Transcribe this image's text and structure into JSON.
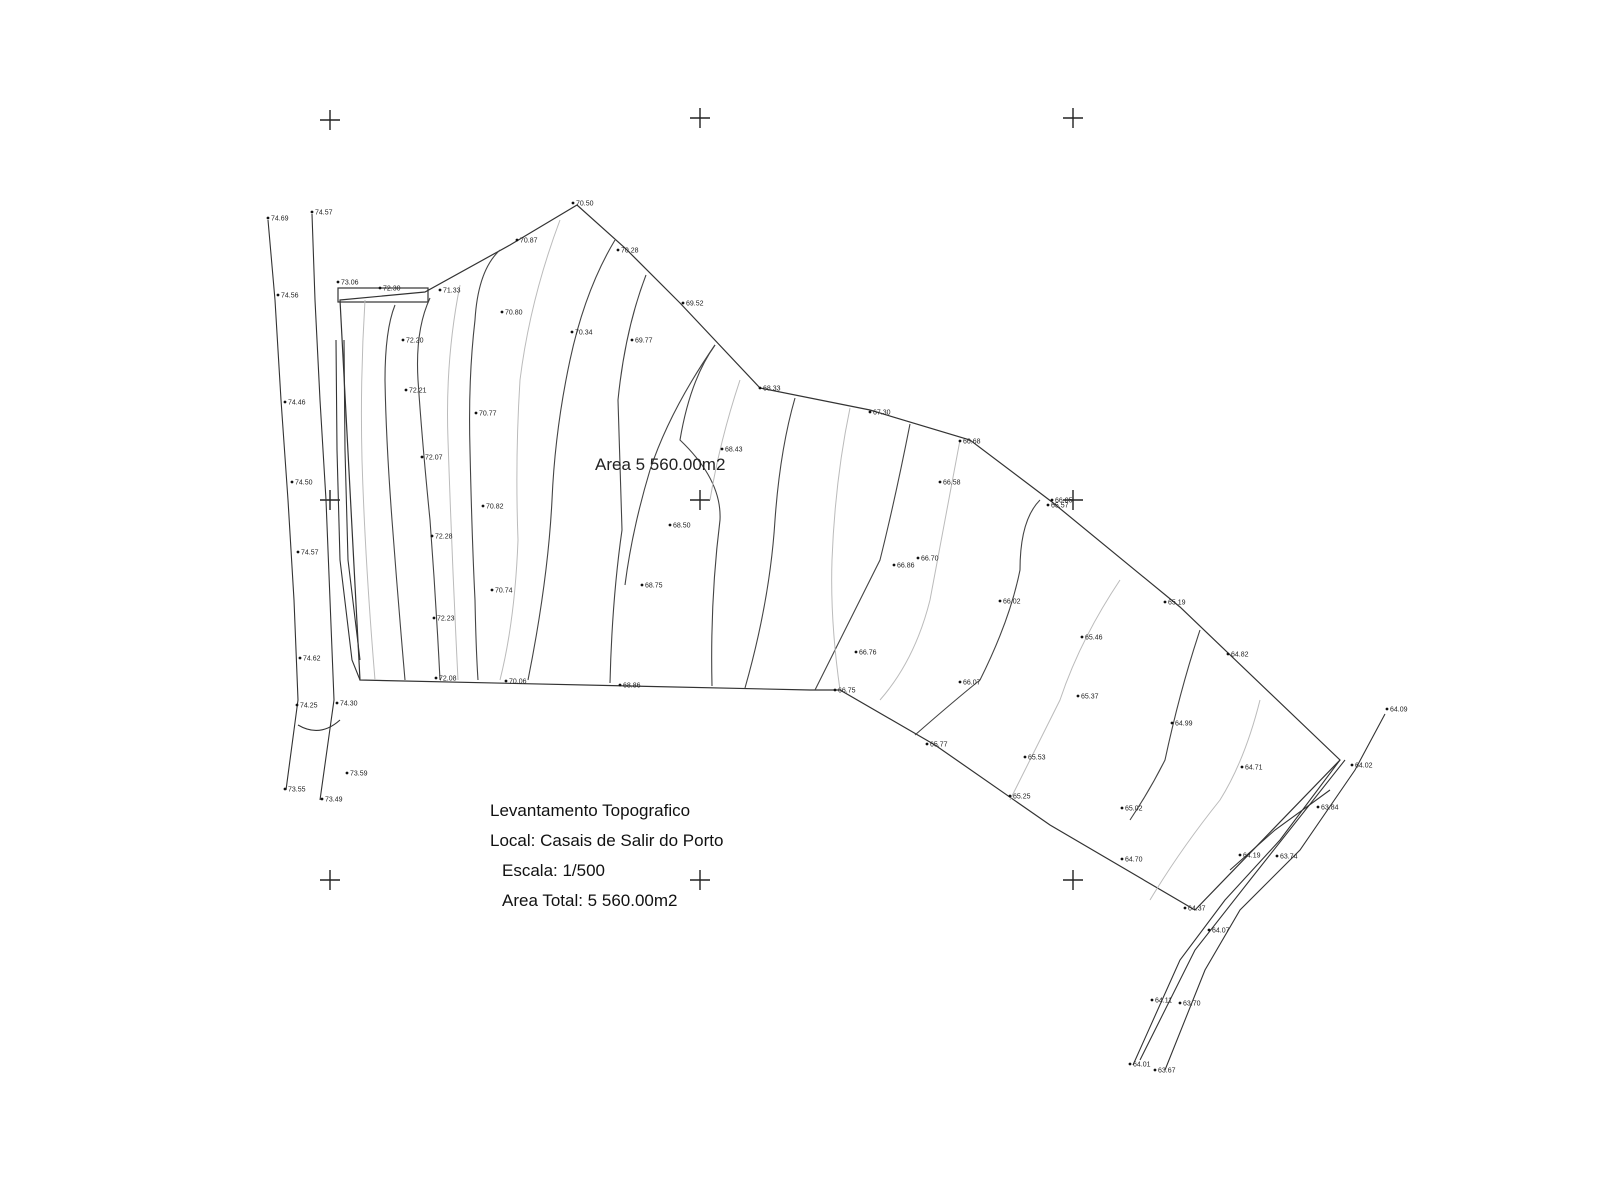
{
  "map": {
    "area_label": "Area 5 560.00m2",
    "title_block": {
      "title": "Levantamento Topografico",
      "location": "Local: Casais de Salir do Porto",
      "scale": "Escala: 1/500",
      "total_area": "Area Total: 5 560.00m2"
    },
    "spot_heights": [
      "74.69",
      "74.57",
      "74.56",
      "74.46",
      "74.50",
      "74.57",
      "74.62",
      "74.25",
      "74.30",
      "73.55",
      "73.49",
      "73.59",
      "73.06",
      "72.30",
      "72.20",
      "72.21",
      "72.07",
      "72.28",
      "72.23",
      "72.08",
      "71.33",
      "70.87",
      "70.80",
      "70.77",
      "70.82",
      "70.74",
      "70.50",
      "70.28",
      "70.34",
      "70.06",
      "69.77",
      "69.52",
      "68.43",
      "68.50",
      "68.75",
      "68.86",
      "68.33",
      "67.30",
      "66.68",
      "66.58",
      "66.05",
      "66.70",
      "66.86",
      "66.76",
      "66.75",
      "66.02",
      "66.07",
      "65.77",
      "65.57",
      "65.46",
      "65.37",
      "65.53",
      "65.25",
      "65.19",
      "65.02",
      "64.99",
      "64.82",
      "64.71",
      "64.70",
      "64.37",
      "64.19",
      "64.09",
      "64.02",
      "64.07",
      "64.11",
      "64.01",
      "63.84",
      "63.74",
      "63.70",
      "63.67"
    ]
  }
}
